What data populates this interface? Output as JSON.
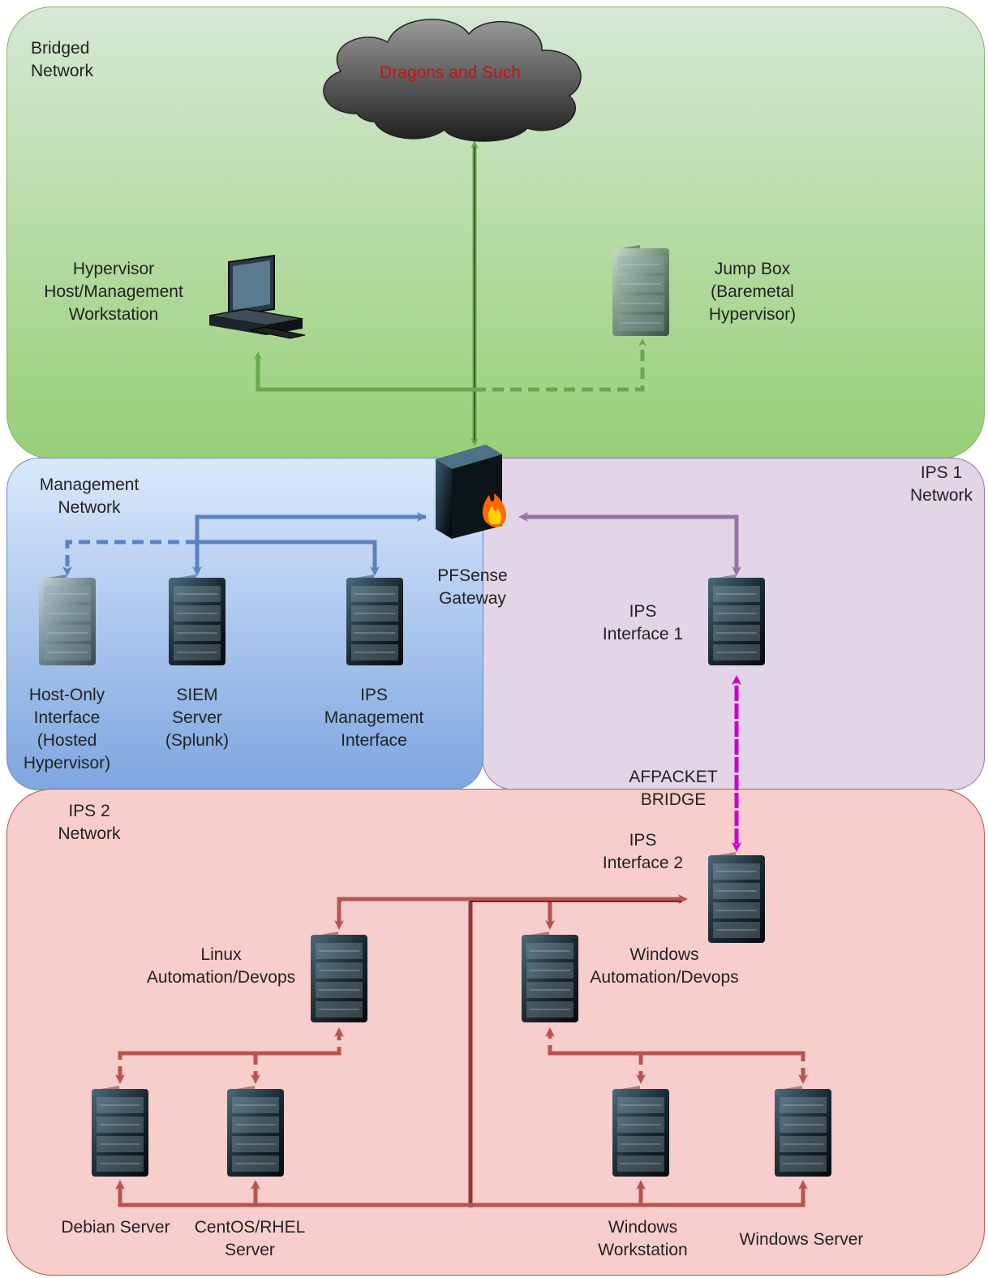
{
  "zones": {
    "bridged": "Bridged\nNetwork",
    "management": "Management\nNetwork",
    "ips1": "IPS 1\nNetwork",
    "ips2": "IPS 2\nNetwork"
  },
  "cloud": {
    "label": "Dragons and Such",
    "text_color": "#cc1111"
  },
  "nodes": {
    "hypervisor_host": "Hypervisor\nHost/Management\nWorkstation",
    "jump_box": "Jump Box\n(Baremetal\nHypervisor)",
    "pfsense": "PFSense\nGateway",
    "host_only": "Host-Only\nInterface\n(Hosted\nHypervisor)",
    "siem": "SIEM\nServer\n(Splunk)",
    "ips_mgmt": "IPS\nManagement\nInterface",
    "ips_if1": "IPS\nInterface 1",
    "afpacket": "AFPACKET\nBRIDGE",
    "ips_if2": "IPS\nInterface 2",
    "linux_devops": "Linux\nAutomation/Devops",
    "windows_devops": "Windows\nAutomation/Devops",
    "debian": "Debian Server",
    "centos": "CentOS/RHEL\nServer",
    "win_workstation": "Windows\nWorkstation",
    "win_server": "Windows Server"
  },
  "colors": {
    "bridged_zone": "#97d077",
    "management_zone": "#7ea6e0",
    "ips1_zone": "#e1d5e7",
    "ips2_zone": "#f8cecc",
    "green_link": "#6aa84f",
    "blue_link": "#5b82be",
    "purple_link": "#9673a6",
    "magenta_link": "#cc00cc",
    "red_link": "#b85450"
  },
  "icons": {
    "cloud": "cloud-icon",
    "workstation": "desktop-computer-icon",
    "server": "server-rack-icon",
    "firewall": "firewall-icon"
  }
}
